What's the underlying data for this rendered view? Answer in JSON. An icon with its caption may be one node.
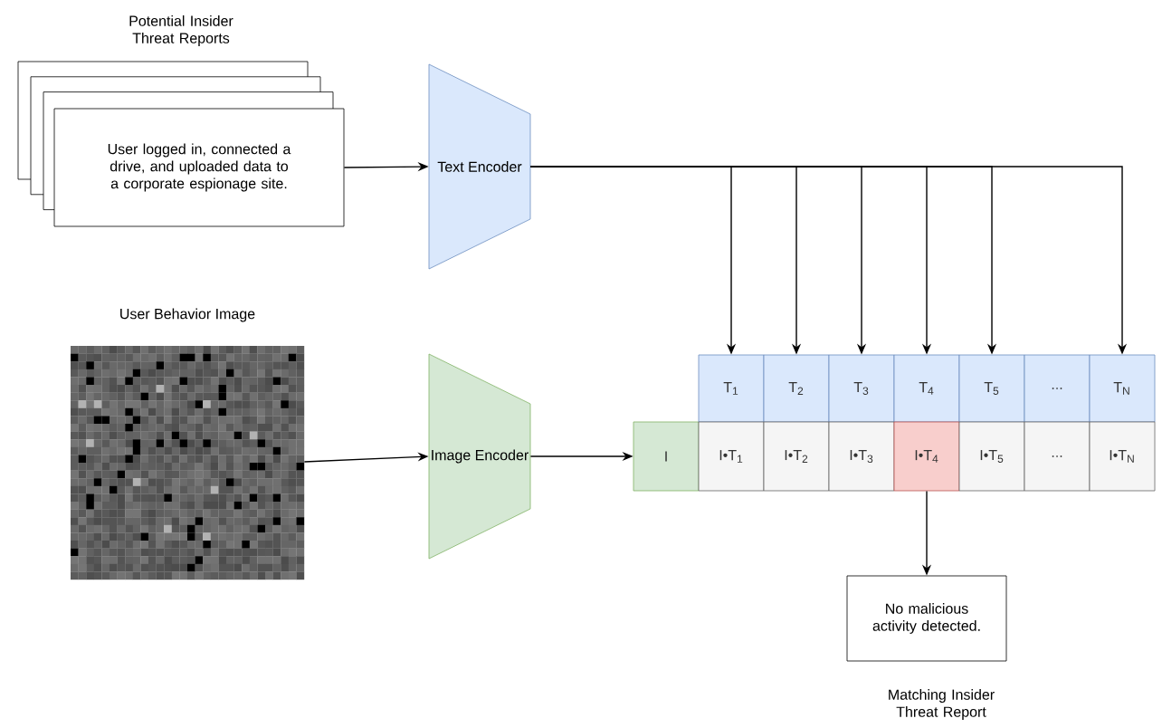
{
  "diagram": {
    "nodes": [
      {
        "text": [
          "Potential Insider Threat Reports",
          "User logged in, connected a drive, and uploaded data to a corporate espionage site."
        ]
      },
      {
        "text": [
          "Text Encoder"
        ]
      },
      {
        "text": [
          "User Behavior Image"
        ]
      },
      {
        "text": [
          "Image Encoder"
        ]
      },
      {
        "text": [
          "I"
        ]
      },
      {
        "text": [
          "T$_{1}$"
        ]
      },
      {
        "text": [
          "T$_{2}$"
        ]
      },
      {
        "text": [
          "T$_{3}$"
        ]
      },
      {
        "text": [
          "T$_{4}$"
        ]
      },
      {
        "text": [
          "T$_{5}$"
        ]
      },
      {
        "text": [
          "..."
        ]
      },
      {
        "text": [
          "T$_{N}$"
        ]
      },
      {
        "text": [
          "I•T$_{1}$"
        ]
      },
      {
        "text": [
          "I•T$_{2}$"
        ]
      },
      {
        "text": [
          "I•T$_{3}$"
        ]
      },
      {
        "text": [
          "I•T$_{4}$"
        ]
      },
      {
        "text": [
          "I•T$_{5}$"
        ]
      },
      {
        "text": [
          "..."
        ]
      },
      {
        "text": [
          "I•T$_{N}$"
        ]
      },
      {
        "text": [
          "No malicious activity detected.",
          "Matching Insider Threat Report"
        ]
      }
    ],
    "edges": [
      {
        "from": 0,
        "to": 1,
        "arrow": "to"
      },
      {
        "from": 1,
        "to": 5,
        "arrow": "to"
      },
      {
        "from": 1,
        "to": 6,
        "arrow": "to"
      },
      {
        "from": 1,
        "to": 7,
        "arrow": "to"
      },
      {
        "from": 1,
        "to": 8,
        "arrow": "to"
      },
      {
        "from": 1,
        "to": 9,
        "arrow": "to"
      },
      {
        "from": 1,
        "to": 11,
        "arrow": "to"
      },
      {
        "from": 2,
        "to": 3,
        "arrow": "to"
      },
      {
        "from": 3,
        "to": 4,
        "arrow": "to"
      },
      {
        "from": 15,
        "to": 19,
        "arrow": "to"
      }
    ]
  }
}
